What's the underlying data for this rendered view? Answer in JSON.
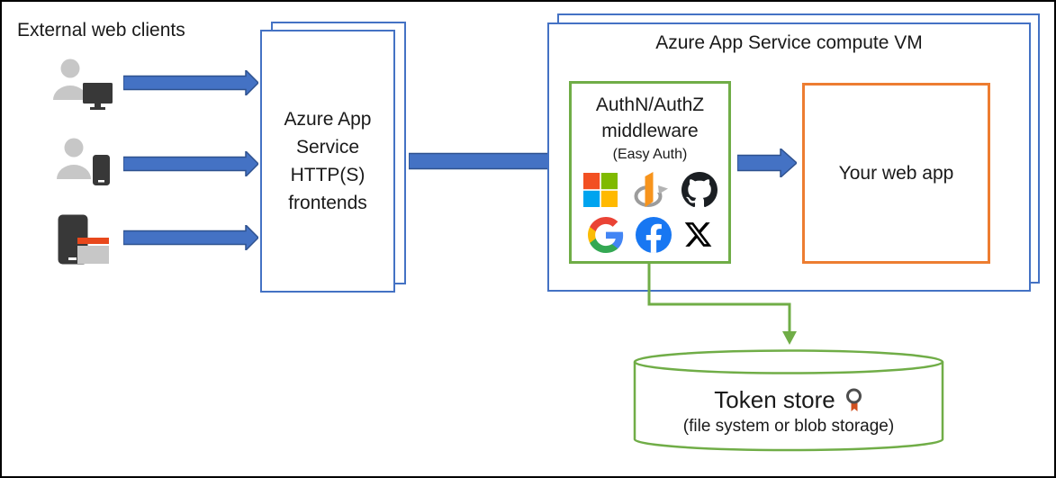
{
  "diagram": {
    "external_clients_label": "External web clients",
    "frontends_box_label": "Azure App\nService\nHTTP(S)\nfrontends",
    "compute_vm_title": "Azure App Service compute VM",
    "middleware": {
      "title": "AuthN/AuthZ\nmiddleware",
      "subtitle": "(Easy Auth)",
      "providers": [
        "microsoft",
        "openid-connect",
        "github",
        "google",
        "facebook",
        "x-twitter"
      ]
    },
    "web_app_label": "Your web app",
    "token_store": {
      "title": "Token store",
      "subtitle": "(file system or blob storage)"
    },
    "client_icons": [
      "user-desktop",
      "user-mobile",
      "device-browser-window"
    ],
    "colors": {
      "box_blue": "#4472C4",
      "arrow_fill": "#4472C4",
      "arrow_outline": "#2F528F",
      "green": "#70AD47",
      "orange": "#ED7D31",
      "window_bar_orange": "#E8481C",
      "person_gray": "#C7C7C7",
      "device_dark": "#383838"
    }
  }
}
